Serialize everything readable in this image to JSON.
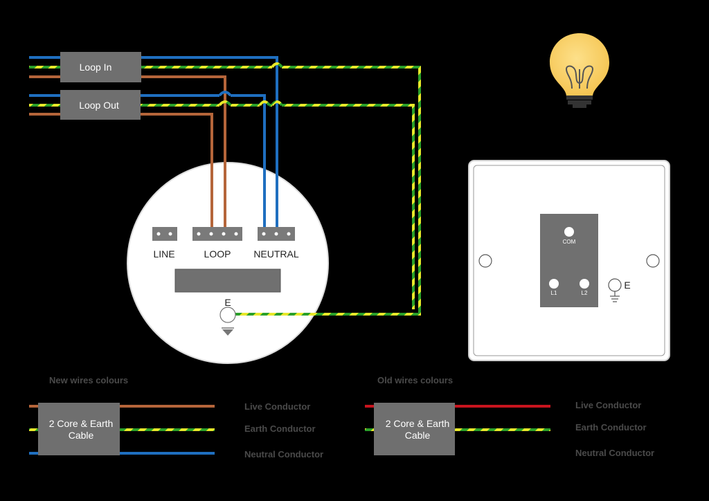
{
  "loop_in_label": "Loop In",
  "loop_out_label": "Loop Out",
  "ceiling_rose": {
    "line_label": "LINE",
    "loop_label": "LOOP",
    "neutral_label": "NEUTRAL",
    "earth_label": "E"
  },
  "switch": {
    "com_label": "COM",
    "l1_label": "L1",
    "l2_label": "L2",
    "earth_label": "E"
  },
  "legend_new": {
    "title": "New wires colours",
    "cable_line1": "2 Core & Earth",
    "cable_line2": "Cable",
    "live": "Live Conductor",
    "earth": "Earth Conductor",
    "neutral": "Neutral Conductor"
  },
  "legend_old": {
    "title": "Old wires colours",
    "cable_line1": "2 Core & Earth",
    "cable_line2": "Cable",
    "live": "Live Conductor",
    "earth": "Earth Conductor",
    "neutral": "Neutral Conductor"
  },
  "colors": {
    "brown": "#b5653a",
    "blue": "#1f6fc0",
    "green": "#2aa02a",
    "yellow": "#e8e82a",
    "red": "#c8141e",
    "grey_box": "#6f6f6f",
    "terminal": "#7a7a7a"
  }
}
